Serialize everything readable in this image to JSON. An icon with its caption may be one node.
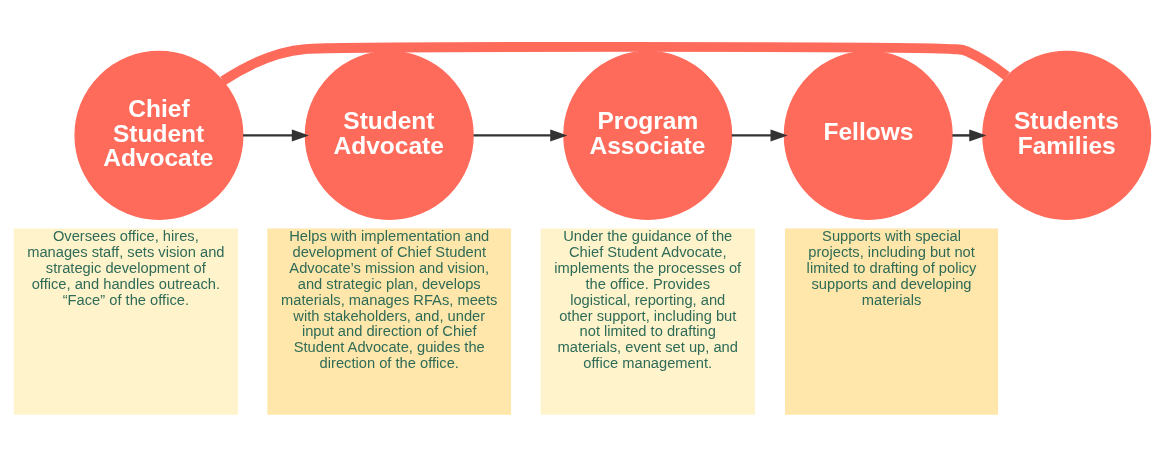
{
  "diagram": {
    "nodes": [
      {
        "text": [
          "Chief Student Advocate"
        ],
        "beside": [
          "Oversees office, hires, manages staff, sets vision and strategic development of office, and handles outreach. “Face” of the office."
        ]
      },
      {
        "text": [
          "Student Advocate"
        ],
        "beside": [
          "Helps with implementation and development of Chief Student Advocate’s mission and vision, and strategic plan, develops materials, manages RFAs, meets with stakeholders, and, under input and direction of Chief Student Advocate, guides the direction of the office."
        ]
      },
      {
        "text": [
          "Program Associate"
        ],
        "beside": [
          "Under the guidance of the Chief Student Advocate, implements the processes of the office. Provides logistical, reporting, and other support, including but not limited to drafting materials, event set up, and office management."
        ]
      },
      {
        "text": [
          "Fellows"
        ],
        "beside": [
          "Supports with special projects, including but not limited to drafting of policy supports and developing materials"
        ]
      },
      {
        "text": [
          "Students Families"
        ]
      }
    ],
    "edges": [
      {
        "from": 0,
        "to": 1,
        "arrow": "to"
      },
      {
        "from": 1,
        "to": 2,
        "arrow": "to"
      },
      {
        "from": 2,
        "to": 3,
        "arrow": "to"
      },
      {
        "from": 3,
        "to": 4,
        "arrow": "to"
      },
      {
        "from": 0,
        "to": 4,
        "arrow": "none",
        "style": "thick",
        "color": "#ff6b5b"
      }
    ]
  }
}
